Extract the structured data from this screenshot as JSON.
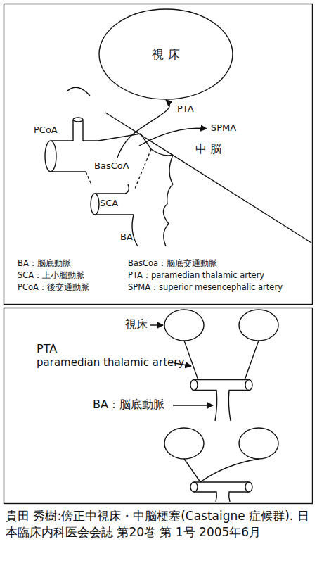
{
  "diagram": {
    "caption": "貴田 秀樹:傍正中視床・中脳梗塞(Castaigne 症候群). 日本臨床内科医会会誌 第20巻 第 1号 2005年6月",
    "nodes": [
      {
        "text": [
          "視 床"
        ]
      },
      {
        "text": [
          "BasCoA"
        ]
      }
    ],
    "edges": [
      {
        "from": 1,
        "to": 0,
        "arrow": "to",
        "label": "PTA"
      }
    ],
    "labels": [
      "PCoA",
      "SPMA",
      "中 脳",
      "SCA",
      "BA",
      "BA：脳底動脈",
      "BasCoa：脳底交通動脈",
      "SCA：上小脳動脈",
      "PTA：paramedian thalamic artery",
      "PCoA：後交通動脈",
      "SPMA：superior mesencephalic artery",
      "視床",
      "PTA",
      "paramedian thalamic artery",
      "BA：脳底動脈"
    ]
  }
}
